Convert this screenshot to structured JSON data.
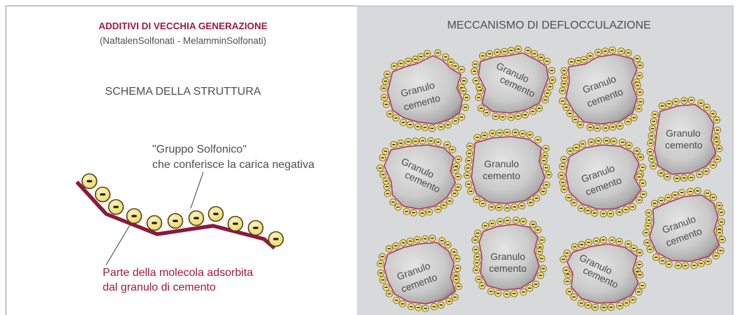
{
  "left_panel": {
    "title": "ADDITIVI DI VECCHIA GENERAZIONE",
    "subtitle": "(NaftalenSolfonati - MelamminSolfonati)",
    "section_label": "SCHEMA DELLA STRUTTURA",
    "sulfonic_group_annotation": [
      "\"Gruppo Solfonico\"",
      "che conferisce la carica negativa"
    ],
    "adsorbed_part_annotation": [
      "Parte della molecola adsorbita",
      "dal granulo di cemento"
    ]
  },
  "right_panel": {
    "title": "MECCANISMO DI DEFLOCCULAZIONE",
    "granules": [
      {
        "line1": "Granulo",
        "line2": "cemento"
      },
      {
        "line1": "Granulo",
        "line2": "cemento"
      },
      {
        "line1": "Granulo",
        "line2": "cemento"
      },
      {
        "line1": "Granulo",
        "line2": "cemento"
      },
      {
        "line1": "Granulo",
        "line2": "cemento"
      },
      {
        "line1": "Granulo",
        "line2": "cemento"
      },
      {
        "line1": "Granulo",
        "line2": "cemento"
      },
      {
        "line1": "Granulo",
        "line2": "cemento"
      },
      {
        "line1": "Granulo",
        "line2": "cemento"
      },
      {
        "line1": "Granulo",
        "line2": "cemento"
      },
      {
        "line1": "Granulo",
        "line2": "cemento"
      }
    ]
  },
  "icons": {
    "negative_charge": "negative-charge-icon"
  },
  "colors": {
    "accent": "#a3173c",
    "text": "#4f4f4f",
    "molecule_chain": "#8c1a3c",
    "charge_fill": "#f1df74",
    "granule_outline": "#b3304f",
    "right_panel_bg": "#d8d9da"
  }
}
